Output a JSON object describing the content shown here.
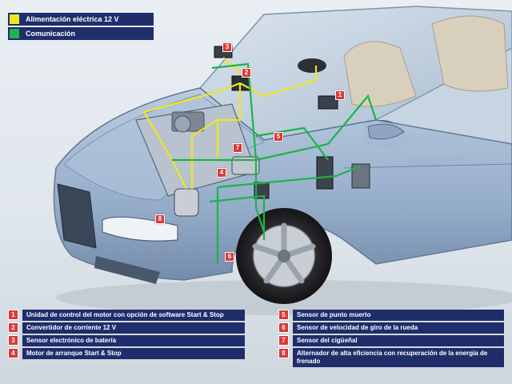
{
  "legend": [
    {
      "label": "Alimentación eléctrica 12 V",
      "color": "#f2e61b"
    },
    {
      "label": "Comunicación",
      "color": "#1db34a"
    }
  ],
  "components": [
    {
      "num": "1",
      "label": "Unidad de control del motor con opción de software Start & Stop"
    },
    {
      "num": "2",
      "label": "Convertidor de corriente 12 V"
    },
    {
      "num": "3",
      "label": "Sensor electrónico de batería"
    },
    {
      "num": "4",
      "label": "Motor de arranque Start & Stop"
    },
    {
      "num": "5",
      "label": "Sensor de punto muerto"
    },
    {
      "num": "6",
      "label": "Sensor de velocidad de giro de la rueda"
    },
    {
      "num": "7",
      "label": "Sensor del cigüeñal"
    },
    {
      "num": "8",
      "label": "Alternador de alta eficiencia con recuperación de la energía de frenado"
    }
  ],
  "markers": [
    "1",
    "2",
    "3",
    "4",
    "5",
    "6",
    "7",
    "8"
  ],
  "colors": {
    "panel": "#1f2d6b",
    "badge": "#d93a3a",
    "power_line": "#f2e61b",
    "comm_line": "#1db34a",
    "car_body": "#9fb6d2"
  }
}
